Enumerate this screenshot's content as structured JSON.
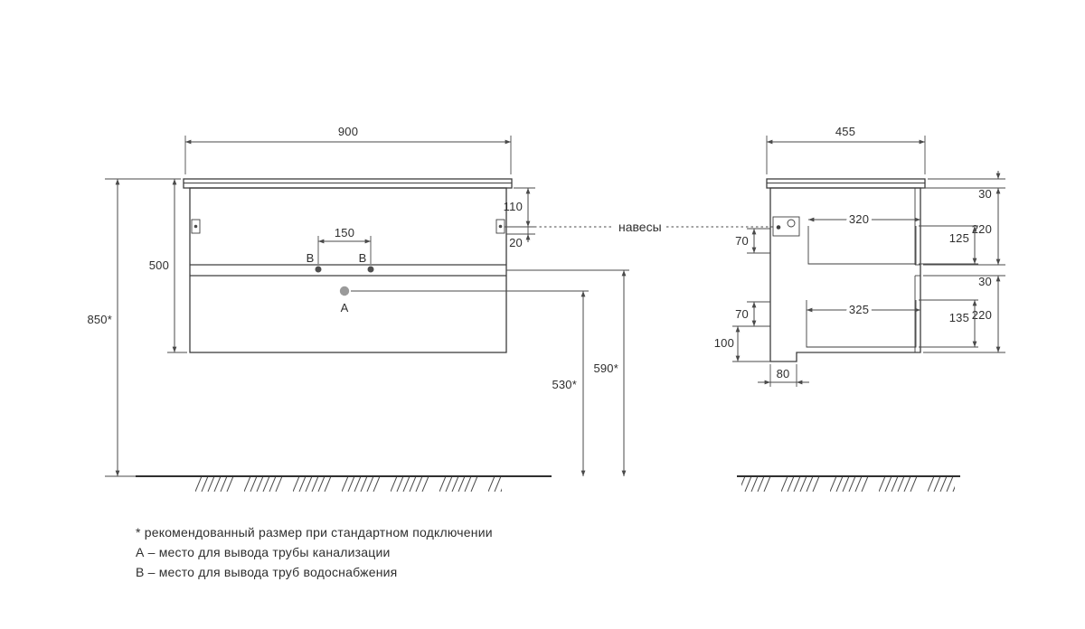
{
  "drawing": {
    "front": {
      "width": "900",
      "total_height": "850*",
      "cabinet_height": "500",
      "hanger_top_offset": "110",
      "hanger_drop": "20",
      "outlet_spacing": "150",
      "outlet_a_height": "530*",
      "outlet_b_height": "590*",
      "point_a": "A",
      "point_b_left": "B",
      "point_b_right": "B"
    },
    "hangers_callout": "навесы",
    "side": {
      "depth": "455",
      "countertop_thickness": "30",
      "top_drawer_depth": "320",
      "top_drawer_box_height": "125",
      "top_front_height": "220",
      "top_offset": "70",
      "front_gap": "30",
      "bottom_drawer_depth": "325",
      "bottom_drawer_box_height": "135",
      "bottom_front_height": "220",
      "bottom_offset": "70",
      "bottom_clearance": "100",
      "back_recess": "80"
    },
    "notes": [
      "* рекомендованный размер при стандартном подключении",
      "А – место для вывода трубы канализации",
      "В – место для вывода труб водоснабжения"
    ],
    "colors": {
      "line": "#4a4a4a",
      "text": "#2e2e2e",
      "point_a_fill": "#9a9a9a",
      "point_b_fill": "#4f4f4f"
    }
  }
}
